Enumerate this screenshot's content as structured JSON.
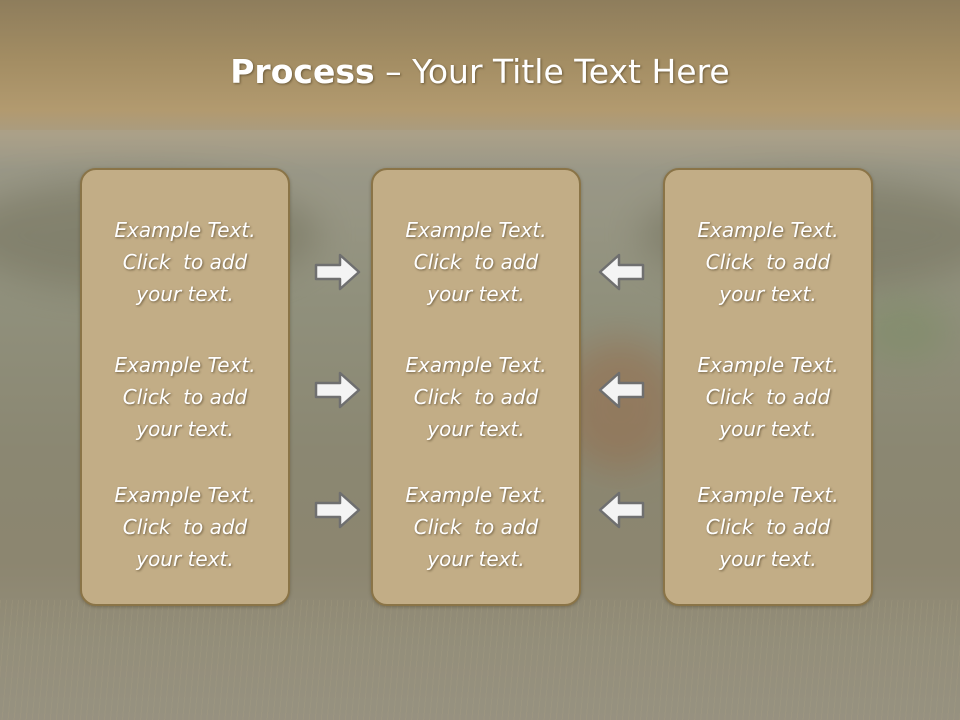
{
  "slide": {
    "title_bold": "Process",
    "title_rest": " – Your Title Text Here",
    "background_icon": "deer-in-grass-photo"
  },
  "columns": [
    {
      "items": [
        {
          "line1": "Example Text.",
          "line2": "Click  to add",
          "line3": "your text."
        },
        {
          "line1": "Example Text.",
          "line2": "Click  to add",
          "line3": "your text."
        },
        {
          "line1": "Example Text.",
          "line2": "Click  to add",
          "line3": "your text."
        }
      ]
    },
    {
      "items": [
        {
          "line1": "Example Text.",
          "line2": "Click  to add",
          "line3": "your text."
        },
        {
          "line1": "Example Text.",
          "line2": "Click  to add",
          "line3": "your text."
        },
        {
          "line1": "Example Text.",
          "line2": "Click  to add",
          "line3": "your text."
        }
      ]
    },
    {
      "items": [
        {
          "line1": "Example Text.",
          "line2": "Click  to add",
          "line3": "your text."
        },
        {
          "line1": "Example Text.",
          "line2": "Click  to add",
          "line3": "your text."
        },
        {
          "line1": "Example Text.",
          "line2": "Click  to add",
          "line3": "your text."
        }
      ]
    }
  ],
  "arrows": {
    "left_group_icon": "arrow-right-icon",
    "right_group_icon": "arrow-left-icon"
  },
  "colors": {
    "box_fill": "#c2ad86",
    "box_border": "#8a7447",
    "text": "#ffffff",
    "arrow_fill": "#f4f4f4",
    "arrow_stroke": "#6f6f6f"
  }
}
